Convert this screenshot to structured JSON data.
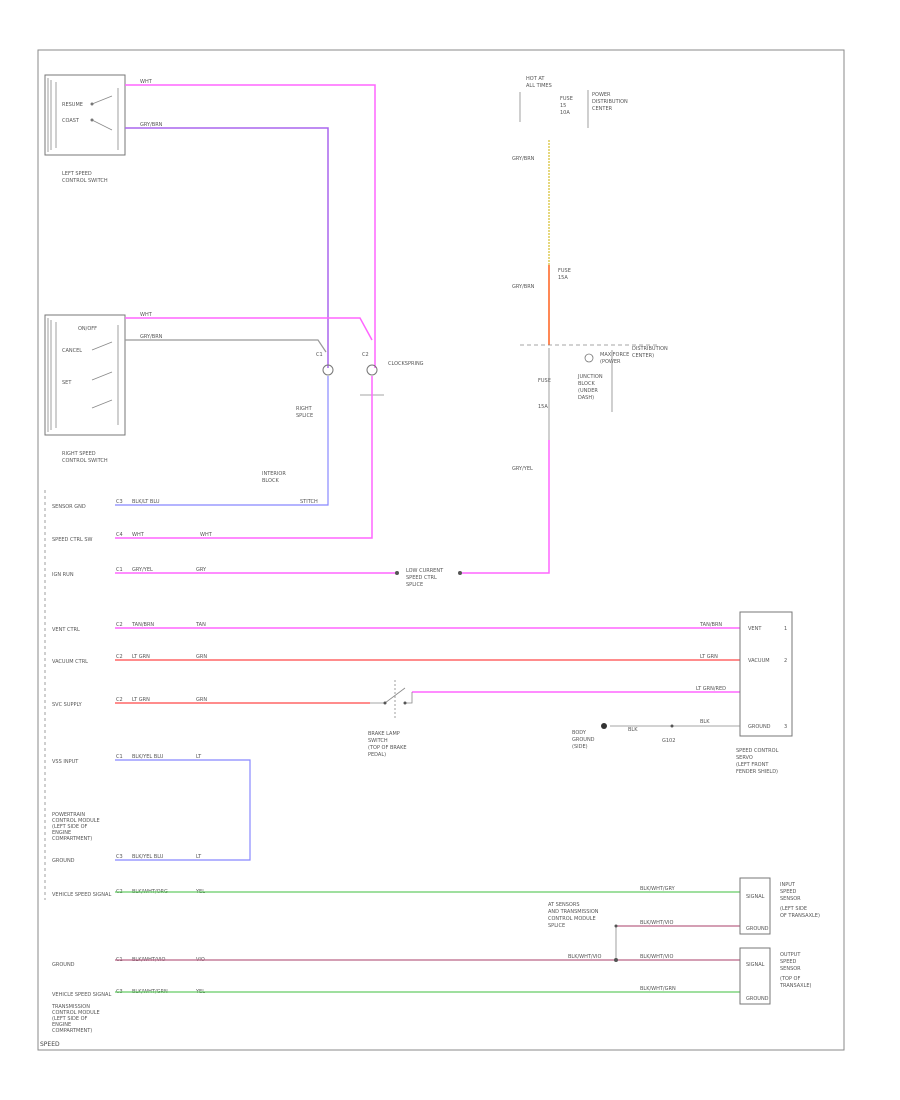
{
  "diagram": {
    "colors": {
      "pink": "#ff66ff",
      "violet": "#aa66ee",
      "gray": "#999999",
      "blue": "#8888ff",
      "red": "#ff6666",
      "green": "#66cc66",
      "brown_red": "#bb6688",
      "yellow": "#ddcc55",
      "orange": "#ff8855",
      "frame": "#8a8a8a"
    },
    "left_switch": {
      "label1": "LEFT SPEED",
      "label2": "CONTROL SWITCH",
      "btn1": "RESUME",
      "btn2": "COAST"
    },
    "right_switch": {
      "label1": "RIGHT SPEED",
      "label2": "CONTROL SWITCH",
      "btn1": "ON/OFF",
      "btn2": "CANCEL",
      "btn3": "SET"
    },
    "wires_top": {
      "w1_code": "WHT",
      "w2_code": "GRY/BRN",
      "w3_code": "WHT",
      "w4_code": "GRY/BRN"
    },
    "clockspring": {
      "label": "CLOCKSPRING",
      "c1": "C1",
      "c2": "C2"
    },
    "steering_wheel": {
      "label1": "RIGHT",
      "label2": "SPLICE"
    },
    "body_ground": {
      "l1": "MAXIFORCE",
      "l2": "(POWER",
      "l3": "DISTRIBUTION",
      "l4": "CENTER)"
    },
    "pdc": {
      "hot1": "HOT AT",
      "hot2": "ALL TIMES",
      "fuse": "FUSE",
      "fuse_num": "15",
      "fuse_amp": "10A",
      "label1": "POWER",
      "label2": "DISTRIBUTION",
      "label3": "CENTER",
      "wire_a": "GRY/BRN",
      "wire_b": "GRY/BRN",
      "fuse2": "FUSE",
      "fuse2_amp": "15A",
      "junction1": "JUNCTION",
      "junction2": "BLOCK",
      "junction3": "(UNDER",
      "junction4": "DASH)",
      "jb_side1": "INTERIOR",
      "jb_side2": "BLOCK",
      "wire_c": "GRY/YEL"
    },
    "pcm_rows": {
      "r1": "SENSOR GND",
      "r2": "SPEED CTRL SW",
      "r3": "IGN RUN",
      "r4": "VENT CTRL",
      "r5": "VACUUM CTRL",
      "r6": "SVC SUPPLY",
      "r7": "VSS INPUT",
      "r8": "GROUND",
      "r9": "VEHICLE SPEED SIGNAL",
      "r10": "GROUND",
      "r11": "VEHICLE SPEED SIGNAL"
    },
    "pcm_label": {
      "l1": "POWERTRAIN",
      "l2": "CONTROL MODULE",
      "l3": "(LEFT SIDE OF",
      "l4": "ENGINE",
      "l5": "COMPARTMENT)"
    },
    "tcm_label": {
      "l1": "TRANSMISSION",
      "l2": "CONTROL MODULE",
      "l3": "(LEFT SIDE OF",
      "l4": "ENGINE",
      "l5": "COMPARTMENT)"
    },
    "pins": {
      "p1": "C3",
      "p2": "C4",
      "p3": "C1",
      "p4": "C2",
      "p5": "C2",
      "p6": "C2",
      "p7": "C1",
      "p8": "C3",
      "p9": "C2",
      "p10": "C1",
      "p11": "C3"
    },
    "wire_colors": {
      "w1": "BLK/LT BLU",
      "w2": "WHT",
      "w3": "GRY/YEL",
      "w4": "TAN/BRN",
      "w5": "LT GRN",
      "w6": "LT GRN",
      "w7": "BLK/YEL BLU",
      "w8": "BLK/YEL BLU",
      "w9": "BLK/WHT/ORG",
      "w10": "BLK/WHT/VIO",
      "w11": "BLK/WHT/GRN"
    },
    "wire_codes": {
      "c1": "WHT",
      "c2": "GRY",
      "c3": "TAN",
      "c4": "GRN",
      "c5": "GRN",
      "c6": "LT",
      "c7": "LT",
      "c8": "YEL",
      "c9": "VIO",
      "c10": "YEL"
    },
    "splices": {
      "s1_l1": "LOW CURRENT",
      "s1_l2": "SPEED CTRL",
      "s1_l3": "SPLICE",
      "s1_left": "STITCH",
      "brake1": "BRAKE LAMP",
      "brake2": "SWITCH",
      "brake3": "(TOP OF BRAKE",
      "brake4": "PEDAL)"
    },
    "servo": {
      "l1": "SPEED CONTROL",
      "l2": "SERVO",
      "l3": "(LEFT FRONT",
      "l4": "FENDER SHIELD)",
      "p_a": "VENT",
      "p_b": "VACUUM",
      "p_c": "GROUND",
      "n1": "1",
      "n2": "2",
      "n3": "3",
      "wa": "TAN/BRN",
      "wb": "LT GRN",
      "wc": "LT GRN/RED",
      "wd": "BLK",
      "ground_l1": "BODY",
      "ground_l2": "GROUND",
      "ground_l3": "(SIDE)",
      "g_code": "BLK",
      "g_num": "G102"
    },
    "sensors": {
      "input_l1": "INPUT",
      "input_l2": "SPEED",
      "input_l3": "SENSOR",
      "input_l4": "(LEFT SIDE",
      "input_l5": "OF TRANSAXLE)",
      "output_l1": "OUTPUT",
      "output_l2": "SPEED",
      "output_l3": "SENSOR",
      "output_l4": "(TOP OF",
      "output_l5": "TRANSAXLE)",
      "pin_sig": "SIGNAL",
      "pin_gnd": "GROUND",
      "pin_sig2": "SIGNAL",
      "pin_gnd2": "GROUND",
      "splice_l1": "AT SENSORS",
      "splice_l2": "AND TRANSMISSION",
      "splice_l3": "CONTROL MODULE",
      "splice_l4": "SPLICE",
      "sw1": "BLK/WHT/GRY",
      "sw2": "BLK/WHT/VIO",
      "sw3": "BLK/WHT/VIO",
      "sw4": "BLK/WHT/VIO",
      "sw5": "BLK/WHT/GRN"
    },
    "footer": "SPEED"
  }
}
